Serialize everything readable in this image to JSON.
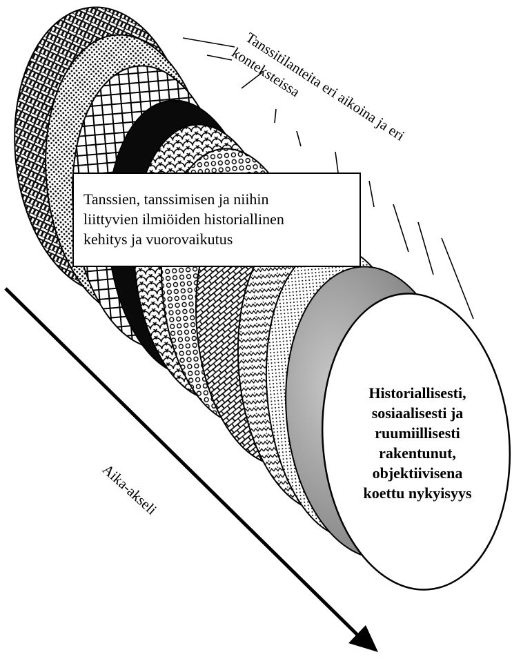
{
  "diagram": {
    "label_contexts_line1": "Tanssitilanteita eri aikoina ja eri",
    "label_contexts_line2": "konteksteissa",
    "box_lines": [
      "Tanssien, tanssimisen ja niihin",
      "liittyvien ilmiöiden historiallinen",
      "kehitys ja vuorovaikutus"
    ],
    "present_lines": [
      "Historiallisesti,",
      "sosiaalisesti ja",
      "ruumiillisesti",
      "rakentunut,",
      "objektiivisena",
      "koettu nykyisyys"
    ],
    "axis_label": "Aika-akseli"
  }
}
